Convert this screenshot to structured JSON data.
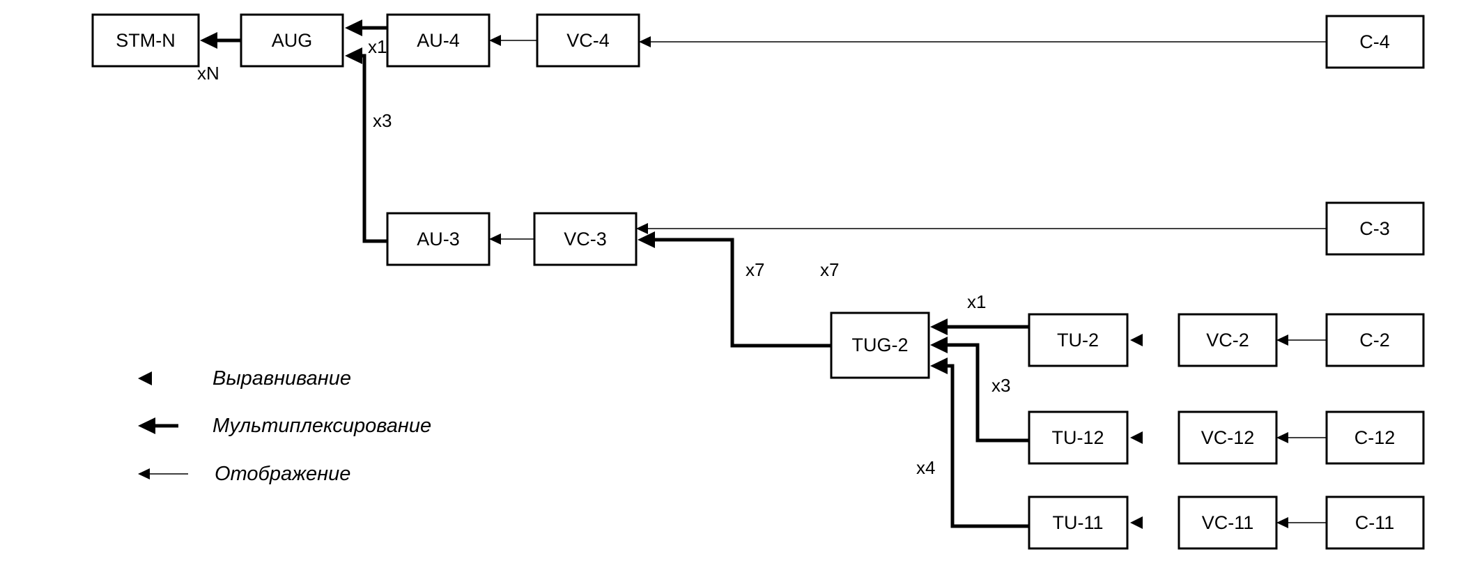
{
  "boxes": {
    "stm_n": "STM-N",
    "aug": "AUG",
    "au_4": "AU-4",
    "vc_4": "VC-4",
    "c_4": "C-4",
    "au_3": "AU-3",
    "vc_3": "VC-3",
    "c_3": "C-3",
    "tug_2": "TUG-2",
    "tu_2": "TU-2",
    "vc_2": "VC-2",
    "c_2": "C-2",
    "tu_12": "TU-12",
    "vc_12": "VC-12",
    "c_12": "C-12",
    "tu_11": "TU-11",
    "vc_11": "VC-11",
    "c_11": "C-11"
  },
  "labels": {
    "xN": "xN",
    "x1_au4": "x1",
    "x3_au3": "x3",
    "x7_left": "x7",
    "x7_right": "x7",
    "x1_tu2": "x1",
    "x3_tu12": "x3",
    "x4_tu11": "x4"
  },
  "legend": {
    "alignment": "Выравнивание",
    "multiplexing": "Мультиплексирование",
    "mapping": "Отображение"
  }
}
